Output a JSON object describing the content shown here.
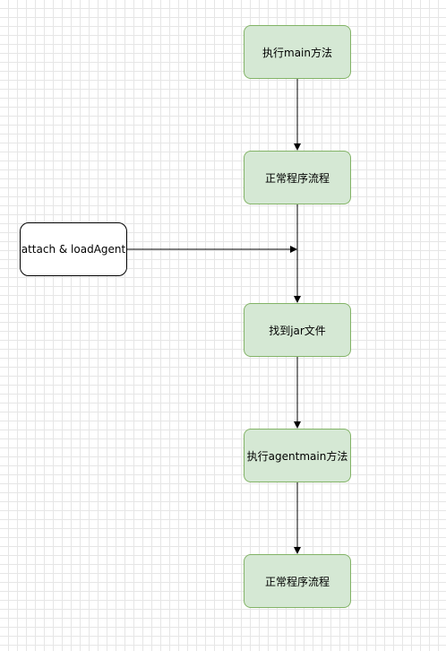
{
  "nodes": {
    "step1": "执行main方法",
    "step2": "正常程序流程",
    "step3": "找到jar文件",
    "step4": "执行agentmain方法",
    "step5": "正常程序流程",
    "attach": "attach & loadAgent"
  },
  "colors": {
    "process_fill": "#d5e8d4",
    "process_stroke": "#82b366",
    "external_fill": "#ffffff",
    "external_stroke": "#000000",
    "edge": "#000000",
    "grid": "#e6e6e6"
  }
}
